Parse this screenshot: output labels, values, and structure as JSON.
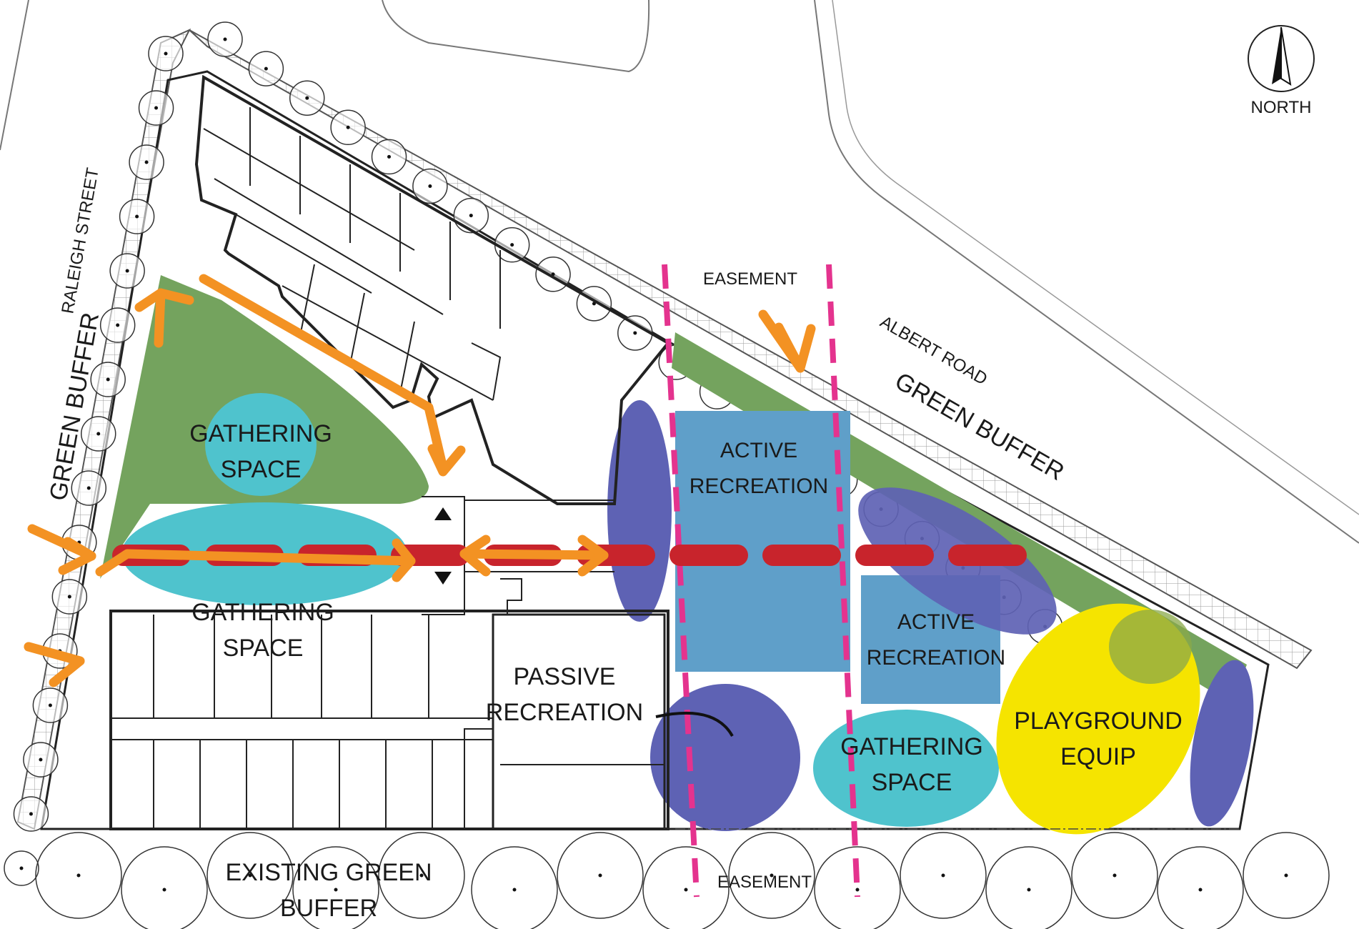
{
  "north": {
    "label": "NORTH"
  },
  "streets": {
    "raleigh": "RALEIGH STREET",
    "albert": "ALBERT ROAD"
  },
  "buffers": {
    "west": "GREEN BUFFER",
    "northeast": "GREEN BUFFER",
    "south": [
      "EXISTING GREEN",
      "BUFFER"
    ]
  },
  "easement": {
    "top": "EASEMENT",
    "bottom": "EASEMENT"
  },
  "zones": {
    "gathering_1": [
      "GATHERING",
      "SPACE"
    ],
    "gathering_2": [
      "GATHERING",
      "SPACE"
    ],
    "gathering_3": [
      "GATHERING",
      "SPACE"
    ],
    "active_1": [
      "ACTIVE",
      "RECREATION"
    ],
    "active_2": [
      "ACTIVE",
      "RECREATION"
    ],
    "passive": [
      "PASSIVE",
      "RECREATION"
    ],
    "playground": [
      "PLAYGROUND",
      "EQUIP"
    ]
  },
  "colors": {
    "green": "#74a35e",
    "teal": "#4fc3cd",
    "blue": "#5f9fc9",
    "purple": "#5e62b4",
    "yellow": "#f5e400",
    "orange": "#f39223",
    "red": "#c8242c",
    "magenta": "#e4338e"
  }
}
